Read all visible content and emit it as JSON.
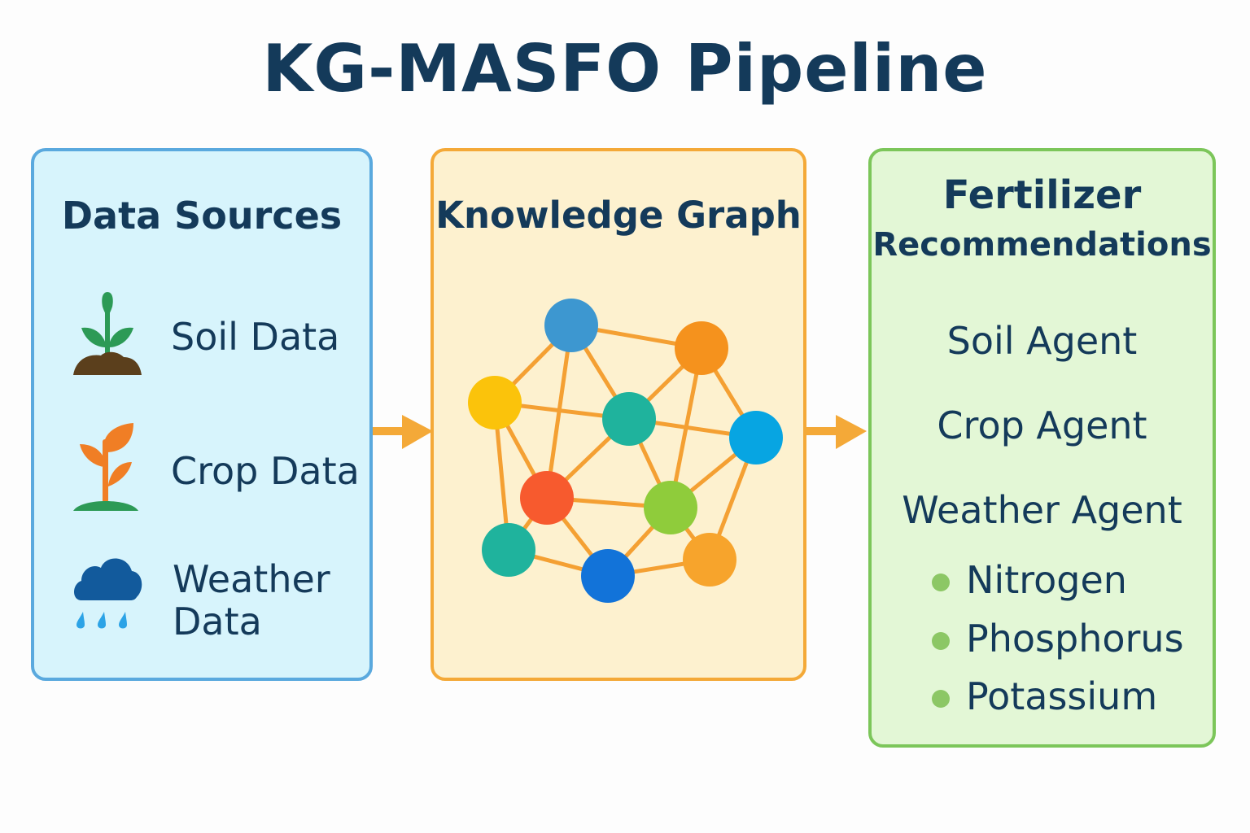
{
  "title": "KG-MASFO Pipeline",
  "colors": {
    "title": "#143a5a",
    "sources_fill": "#d7f4fc",
    "sources_border": "#5aa9de",
    "graph_fill": "#fdf1cf",
    "graph_border": "#f4a938",
    "recs_fill": "#e3f7d6",
    "recs_border": "#7cc65a",
    "arrow": "#f4a938",
    "edge": "#f4a033",
    "bullet": "#8cc765"
  },
  "data_sources": {
    "title": "Data Sources",
    "items": [
      {
        "label": "Soil Data",
        "icon": "sprout-soil-icon"
      },
      {
        "label": "Crop Data",
        "icon": "crop-plant-icon"
      },
      {
        "label": "Weather Data",
        "icon": "rain-cloud-icon"
      }
    ]
  },
  "knowledge_graph": {
    "title": "Knowledge Graph",
    "nodes": [
      {
        "color": "#3d97d0"
      },
      {
        "color": "#f5921d"
      },
      {
        "color": "#fbc30b"
      },
      {
        "color": "#1fb39d"
      },
      {
        "color": "#07a5e2"
      },
      {
        "color": "#f75a2e"
      },
      {
        "color": "#8fcc3b"
      },
      {
        "color": "#1fb39d"
      },
      {
        "color": "#1273d9"
      },
      {
        "color": "#f7a42c"
      }
    ],
    "edges": [
      [
        0,
        1
      ],
      [
        0,
        2
      ],
      [
        0,
        3
      ],
      [
        0,
        5
      ],
      [
        1,
        3
      ],
      [
        1,
        4
      ],
      [
        1,
        6
      ],
      [
        2,
        3
      ],
      [
        2,
        5
      ],
      [
        2,
        7
      ],
      [
        3,
        4
      ],
      [
        3,
        5
      ],
      [
        3,
        6
      ],
      [
        4,
        6
      ],
      [
        4,
        9
      ],
      [
        5,
        6
      ],
      [
        5,
        7
      ],
      [
        5,
        8
      ],
      [
        6,
        8
      ],
      [
        6,
        9
      ],
      [
        7,
        8
      ],
      [
        8,
        9
      ]
    ]
  },
  "recommendations": {
    "title_line1": "Fertilizer",
    "title_line2": "Recommendations",
    "agents": [
      "Soil Agent",
      "Crop Agent",
      "Weather Agent"
    ],
    "nutrients": [
      "Nitrogen",
      "Phosphorus",
      "Potassium"
    ]
  }
}
